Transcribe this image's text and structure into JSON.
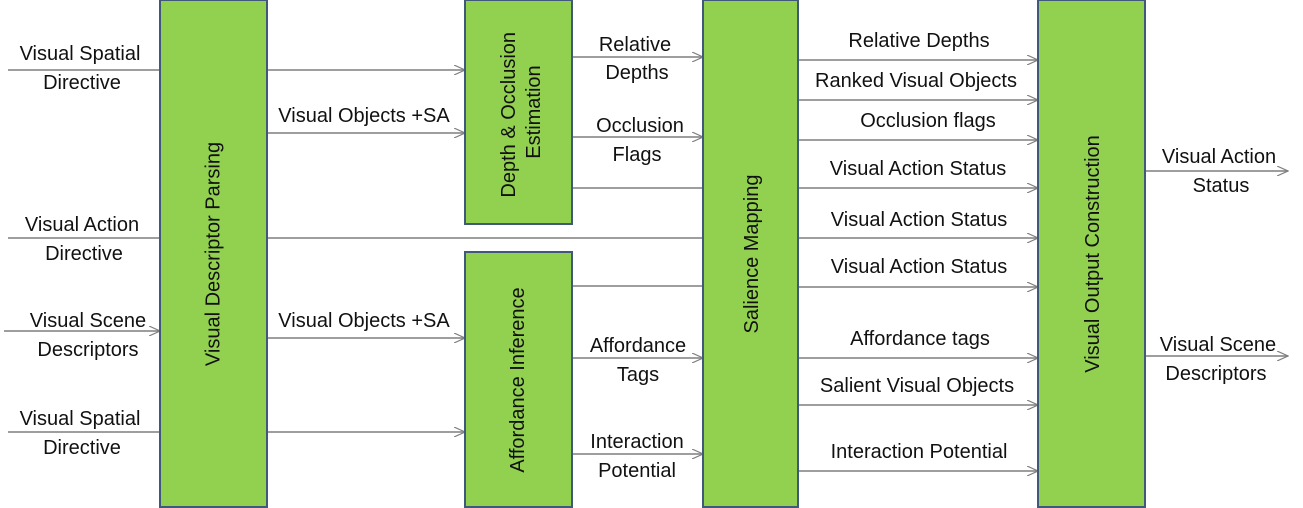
{
  "colors": {
    "block_fill": "#92d050",
    "block_stroke": "#41587a",
    "arrow": "#7f7f7f",
    "text": "#111111"
  },
  "blocks": {
    "parsing": "Visual Descriptor Parsing",
    "depth": [
      "Depth & Occlusion",
      "Estimation"
    ],
    "affordance": "Affordance Inference",
    "salience": "Salience Mapping",
    "output": "Visual Output Construction"
  },
  "inputs": [
    [
      "Visual Spatial",
      "Directive"
    ],
    [
      "Visual Action",
      "Directive"
    ],
    [
      "Visual Scene",
      "Descriptors"
    ],
    [
      "Visual Spatial",
      "Directive"
    ]
  ],
  "parsing_outputs": {
    "to_depth": "Visual Objects +SA",
    "to_affordance": "Visual Objects +SA"
  },
  "depth_outputs": [
    [
      "Relative",
      "Depths"
    ],
    [
      "Occlusion",
      "Flags"
    ]
  ],
  "affordance_outputs": [
    [
      "Affordance",
      "Tags"
    ],
    [
      "Interaction",
      "Potential"
    ]
  ],
  "salience_outputs": [
    "Relative Depths",
    "Ranked Visual Objects",
    "Occlusion flags",
    "Visual Action Status",
    "Visual Action Status",
    "Visual Action Status",
    "Affordance tags",
    "Salient Visual Objects",
    "Interaction Potential"
  ],
  "final_outputs": [
    [
      "Visual Action",
      "Status"
    ],
    [
      "Visual Scene",
      "Descriptors"
    ]
  ]
}
